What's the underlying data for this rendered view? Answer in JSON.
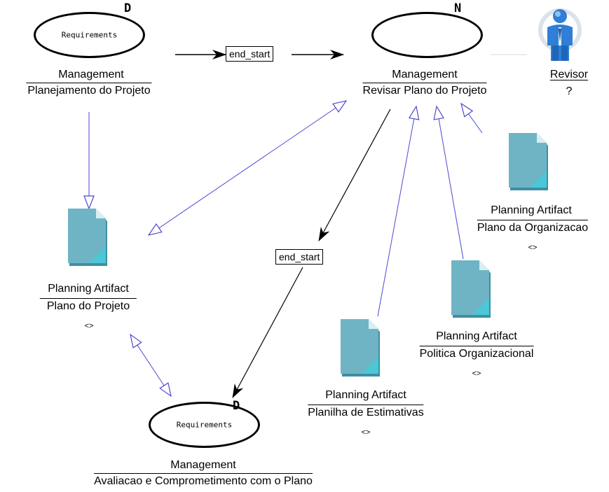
{
  "edge_labels": {
    "top": "end_start",
    "middle": "end_start"
  },
  "activities": [
    {
      "inner": "Requirements",
      "corner": "D",
      "title": "Management",
      "subtitle": "Planejamento do Projeto"
    },
    {
      "inner": "",
      "corner": "N",
      "title": "Management",
      "subtitle": "Revisar Plano do Projeto"
    },
    {
      "inner": "Requirements",
      "corner": "D",
      "title": "Management",
      "subtitle": "Avaliacao e Comprometimento com o Plano"
    }
  ],
  "role": {
    "name": "Revisor",
    "detail": "?"
  },
  "artifacts": [
    {
      "title": "Planning Artifact",
      "subtitle": "Plano do Projeto",
      "stereotype": "<>"
    },
    {
      "title": "Planning Artifact",
      "subtitle": "Plano da Organizacao",
      "stereotype": "<>"
    },
    {
      "title": "Planning Artifact",
      "subtitle": "Politica Organizacional",
      "stereotype": "<>"
    },
    {
      "title": "Planning Artifact",
      "subtitle": "Planilha de Estimativas",
      "stereotype": "<>"
    }
  ],
  "colors": {
    "flow_line": "#000000",
    "association_line": "#4a4ad0",
    "doc_fill": "#6fb4c4",
    "doc_dark": "#3f8fa3",
    "actor_blue": "#2f7fd6"
  }
}
